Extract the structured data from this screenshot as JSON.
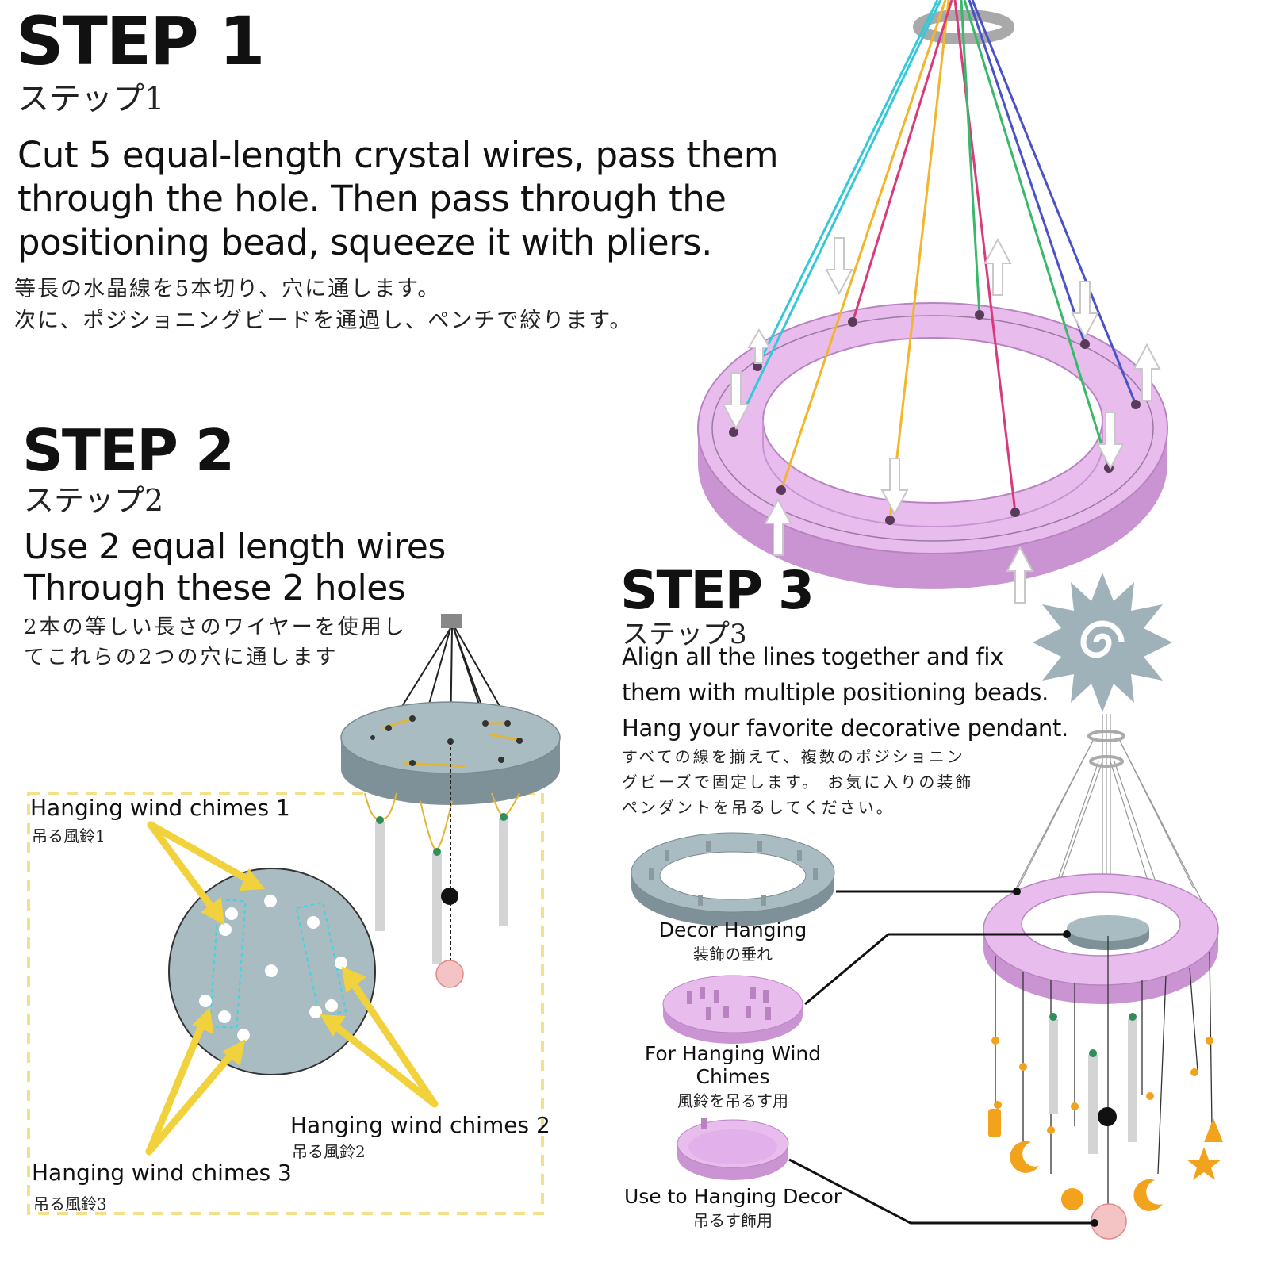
{
  "step1": {
    "title": "STEP 1",
    "title_jp": "ステップ1",
    "desc_lines": [
      "Cut 5 equal-length crystal wires, pass them",
      "through the hole. Then pass through the",
      "positioning bead, squeeze it with pliers."
    ],
    "desc_jp_lines": [
      "等長の水晶線を5本切り、穴に通します。",
      "次に、ポジショニングビードを通過し、ペンチで絞ります。"
    ]
  },
  "step2": {
    "title": "STEP 2",
    "title_jp": "ステップ2",
    "desc_lines": [
      "Use 2 equal length wires",
      "Through these 2 holes"
    ],
    "desc_jp_lines": [
      "2本の等しい長さのワイヤーを使用し",
      "てこれらの2つの穴に通します"
    ],
    "labels": [
      {
        "en": "Hanging wind chimes 1",
        "jp": "吊る風鈴1"
      },
      {
        "en": "Hanging wind chimes 2",
        "jp": "吊る風鈴2"
      },
      {
        "en": "Hanging wind chimes 3",
        "jp": "吊る風鈴3"
      }
    ]
  },
  "step3": {
    "title": "STEP 3",
    "title_jp": "ステップ3",
    "desc_lines": [
      "Align all the lines together and fix",
      "them with multiple positioning beads.",
      "Hang your favorite decorative pendant."
    ],
    "desc_jp_lines": [
      "すべての線を揃えて、複数のポジショニン",
      "グビーズで固定します。 お気に入りの装飾",
      "ペンダントを吊るしてください。"
    ],
    "parts": [
      {
        "en": "Decor Hanging",
        "jp": "装飾の垂れ"
      },
      {
        "en": "For Hanging Wind Chimes",
        "jp": "風鈴を吊るす用"
      },
      {
        "en": "Use to Hanging Decor",
        "jp": "吊るす飾用"
      }
    ]
  },
  "colors": {
    "pink_ring": "#e6b7ea",
    "pink_ring_dark": "#c88fd0",
    "gray_disc": "#9fb2ba",
    "yellow_arrow": "#f2d23c",
    "dash_border": "#f2e08a",
    "wires": [
      "#35c8d8",
      "#f2b52c",
      "#d93a7a",
      "#3ab86a",
      "#4a52c8"
    ]
  }
}
